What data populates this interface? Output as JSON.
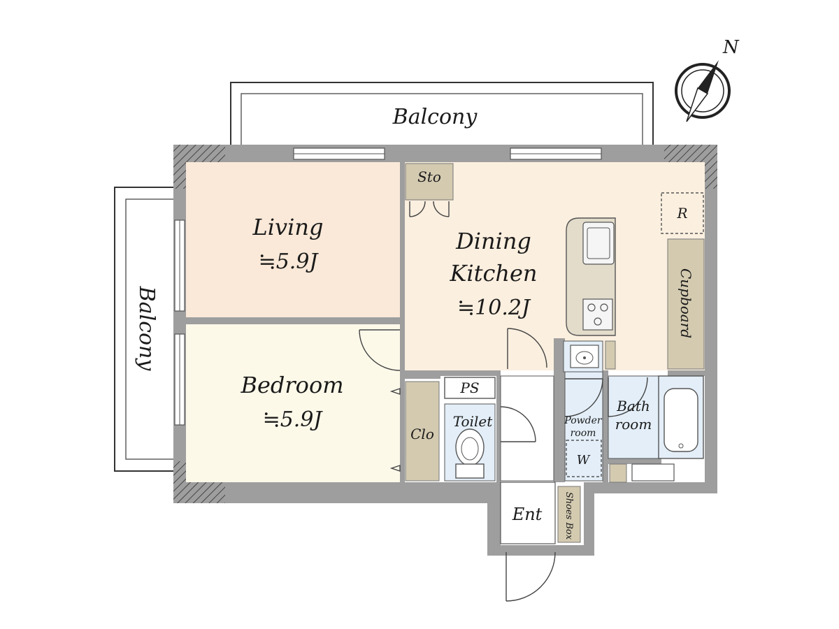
{
  "north": "N",
  "rooms": {
    "balcony_top": "Balcony",
    "balcony_left": "Balcony",
    "living_name": "Living",
    "living_area": "≒5.9J",
    "dk_line1": "Dining",
    "dk_line2": "Kitchen",
    "dk_area": "≒10.2J",
    "bedroom_name": "Bedroom",
    "bedroom_area": "≒5.9J",
    "sto": "Sto",
    "r": "R",
    "cupboard": "Cupboard",
    "ps": "PS",
    "toilet": "Toilet",
    "clo": "Clo",
    "powder_line1": "Powder",
    "powder_line2": "room",
    "bath_line1": "Bath",
    "bath_line2": "room",
    "w": "W",
    "ent": "Ent",
    "shoes_box": "Shoes Box"
  },
  "colors": {
    "living": "#fae9d8",
    "bedroom": "#fdf9e9",
    "dining_kitchen": "#fbefdf",
    "wet_areas": "#e3eef8",
    "storage": "#d3cab0",
    "wall": "#9e9e9e"
  }
}
